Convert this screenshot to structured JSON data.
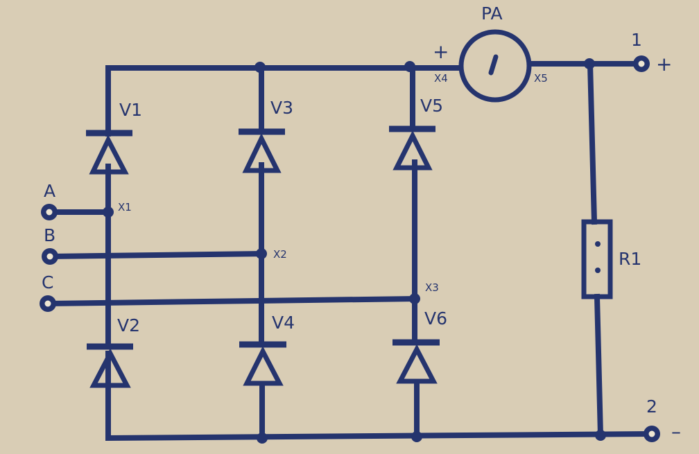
{
  "diagram": {
    "meter": {
      "label": "PA",
      "symbol": "/",
      "plus_terminal": "+"
    },
    "diodes": [
      "V1",
      "V3",
      "V5",
      "V2",
      "V4",
      "V6"
    ],
    "inputs": [
      "A",
      "B",
      "C"
    ],
    "test_points": [
      "X1",
      "X2",
      "X3",
      "X4",
      "X5"
    ],
    "resistor": "R1",
    "outputs": [
      {
        "number": "1",
        "polarity": "+"
      },
      {
        "number": "2",
        "polarity": "–"
      }
    ]
  },
  "colors": {
    "board": "#d9cdb5",
    "trace": "#25346e",
    "hole": "#eee6d3"
  }
}
